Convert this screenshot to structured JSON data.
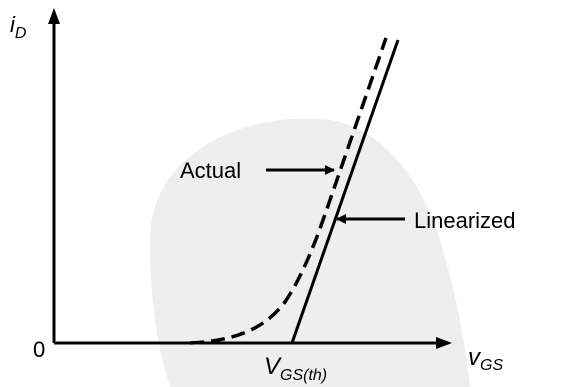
{
  "diagram": {
    "y_axis_label": {
      "main": "i",
      "sub": "D"
    },
    "x_axis_label": {
      "main": "v",
      "sub": "GS"
    },
    "origin_label": "0",
    "threshold_label": {
      "main": "V",
      "sub": "GS(th)"
    },
    "callouts": {
      "actual": "Actual",
      "linearized": "Linearized"
    },
    "curves": [
      {
        "name": "actual",
        "style": "dashed"
      },
      {
        "name": "linearized",
        "style": "solid"
      }
    ]
  },
  "colors": {
    "ink": "#000000",
    "watermark": "#eeeeee",
    "background": "#ffffff"
  }
}
